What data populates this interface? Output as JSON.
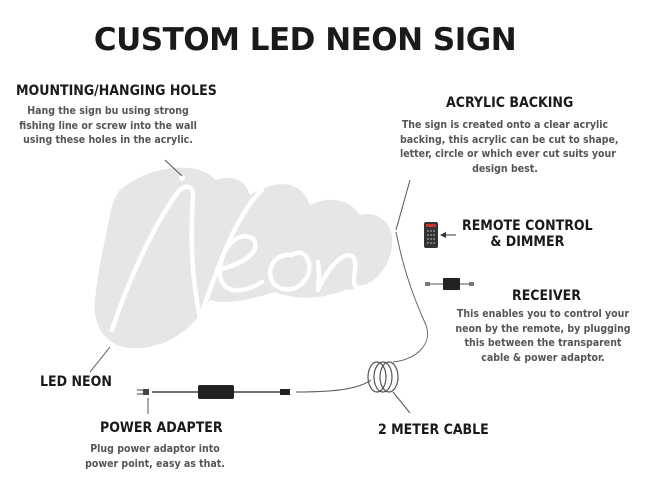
{
  "title": "CUSTOM LED NEON SIGN",
  "neon_text": "Neon",
  "colors": {
    "neon_backing": "#e6e6e6",
    "neon_tube": "#ffffff",
    "text_dark": "#1a1a1a",
    "text_grey": "#555555"
  },
  "mounting": {
    "heading": "MOUNTING/HANGING HOLES",
    "lines": [
      "Hang the sign bu using strong",
      "fishing line or screw into the wall",
      "using these holes in the acrylic."
    ]
  },
  "acrylic": {
    "heading": "ACRYLIC BACKING",
    "lines": [
      "The sign is created onto a clear acrylic",
      "backing, this acrylic can be cut to shape,",
      "letter, circle or which ever cut suits your",
      "design best."
    ]
  },
  "remote": {
    "heading_line1": "REMOTE CONTROL",
    "heading_line2": "& DIMMER"
  },
  "receiver": {
    "heading": "RECEIVER",
    "lines": [
      "This enables you to control your",
      "neon by the remote, by plugging",
      "this between the transparent",
      "cable & power adaptor."
    ]
  },
  "led_neon": {
    "heading": "LED NEON"
  },
  "power": {
    "heading": "POWER ADAPTER",
    "lines": [
      "Plug power adaptor into",
      "power point, easy as that."
    ]
  },
  "cable": {
    "heading": "2 METER CABLE"
  }
}
